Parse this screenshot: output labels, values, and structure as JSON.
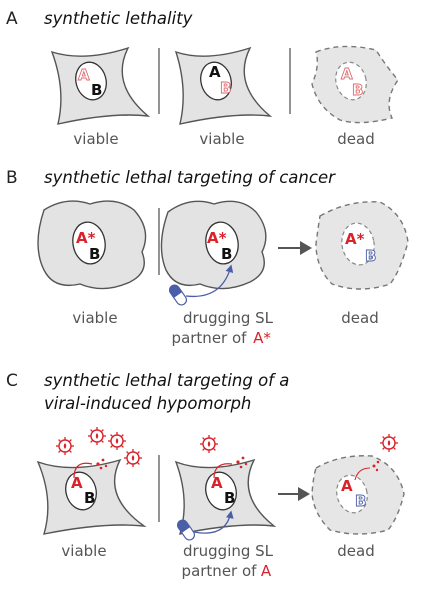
{
  "panels": {
    "a": {
      "letter": "A",
      "title": "synthetic lethality",
      "captions": [
        "viable",
        "viable",
        "dead"
      ]
    },
    "b": {
      "letter": "B",
      "title": "synthetic lethal targeting of cancer",
      "captions": [
        "viable",
        "drugging SL",
        "partner of ",
        "A*",
        "dead"
      ]
    },
    "c": {
      "letter": "C",
      "title_line1": "synthetic lethal targeting of a",
      "title_line2": "viral-induced hypomorph",
      "captions": [
        "viable",
        "drugging SL",
        "partner of ",
        "A",
        "dead"
      ]
    }
  },
  "genes": {
    "a": "A",
    "b": "B",
    "a_star": "A*"
  },
  "colors": {
    "red": "#d9222a",
    "blue": "#4b5fa8",
    "cell": "#e3e3e3",
    "drug_cap": "#3a4f9e"
  }
}
